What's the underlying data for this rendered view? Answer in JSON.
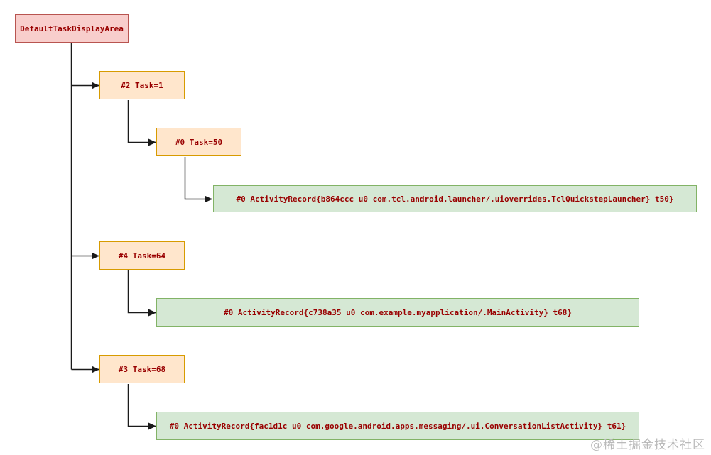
{
  "diagram": {
    "root": {
      "label": "DefaultTaskDisplayArea"
    },
    "tasks": [
      {
        "label": "#2 Task=1"
      },
      {
        "label": "#0 Task=50"
      },
      {
        "label": "#4 Task=64"
      },
      {
        "label": "#3 Task=68"
      }
    ],
    "activities": [
      {
        "label": "#0 ActivityRecord{b864ccc u0 com.tcl.android.launcher/.uioverrides.TclQuickstepLauncher} t50}"
      },
      {
        "label": "#0 ActivityRecord{c738a35 u0 com.example.myapplication/.MainActivity} t68}"
      },
      {
        "label": "#0 ActivityRecord{fac1d1c u0 com.google.android.apps.messaging/.ui.ConversationListActivity} t61}"
      }
    ],
    "colors": {
      "display_area_fill": "#f8cecc",
      "display_area_border": "#b85450",
      "task_fill": "#ffe6cc",
      "task_border": "#d79b00",
      "activity_fill": "#d5e8d4",
      "activity_border": "#82b366",
      "label_text": "#990000",
      "connector": "#1a1a1a",
      "watermark_text": "#bababa"
    },
    "watermark": "@稀土掘金技术社区"
  }
}
